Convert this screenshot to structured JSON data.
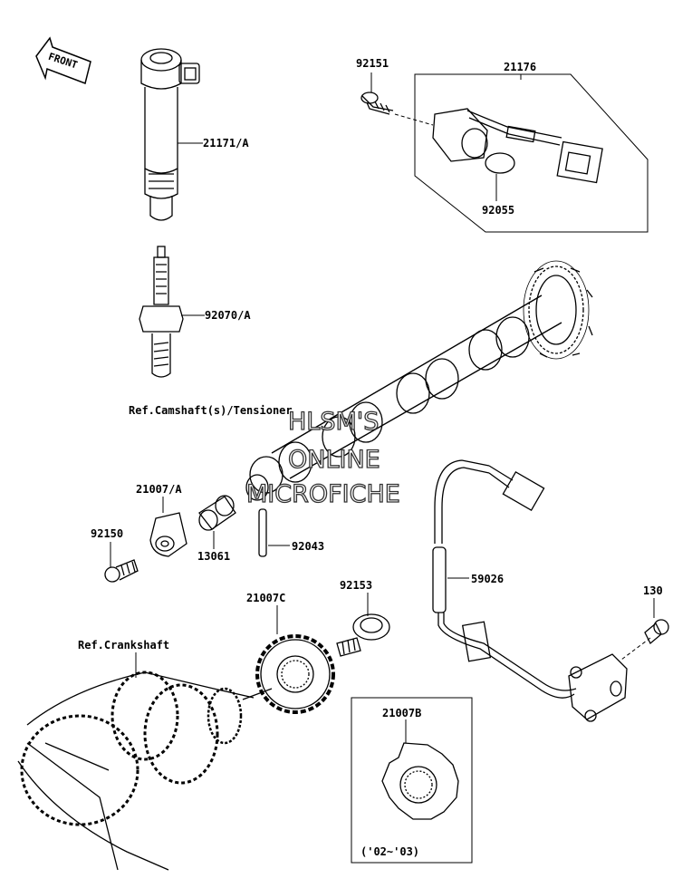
{
  "front_arrow": {
    "text": "FRONT"
  },
  "labels": {
    "p21171A": "21171/A",
    "p92070A": "92070/A",
    "p92151": "92151",
    "p21176": "21176",
    "p92055": "92055",
    "ref_camshaft": "Ref.Camshaft(s)/Tensioner",
    "p21007A": "21007/A",
    "p92150": "92150",
    "p13061": "13061",
    "p92043": "92043",
    "p21007C": "21007C",
    "p92153": "92153",
    "p59026": "59026",
    "p130": "130",
    "ref_crankshaft": "Ref.Crankshaft",
    "p21007B": "21007B",
    "year_note": "('02~'03)"
  },
  "watermark": {
    "line1": "HLSM'S",
    "line2": "ONLINE",
    "line3": "MICROFICHE"
  }
}
